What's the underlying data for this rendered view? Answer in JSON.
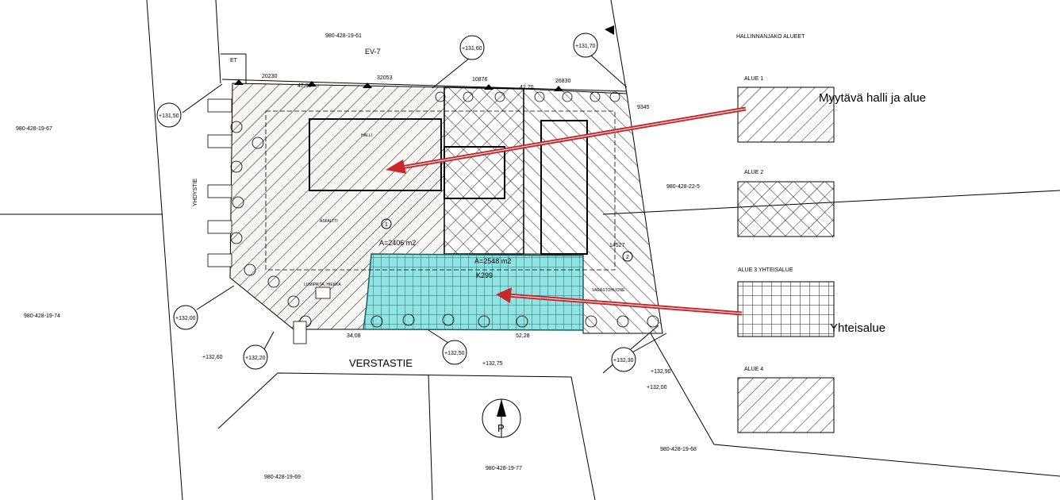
{
  "plan": {
    "parcels": {
      "north": "980-428-19-61",
      "west": "980-428-19-67",
      "east": "980-428-22-5",
      "southwest_far": "980-428-19-74",
      "south_center": "980-428-19-77",
      "south_right": "980-428-19-68",
      "south_left": "980-428-19-69"
    },
    "zone_label": "EV-7",
    "et_label": "ET",
    "roads": {
      "west": "YHDYSTIE",
      "south": "VERSTASTIE"
    },
    "elevations_circled": [
      "+131,50",
      "+131,60",
      "+131,70",
      "+132,00",
      "+132,20",
      "+132,50",
      "+132,30"
    ],
    "elevations_plain": [
      "+132,60",
      "+132,75",
      "+132,90",
      "+132,00"
    ],
    "dimensions": [
      "20230",
      "32053",
      "10876",
      "26830",
      "47,38",
      "42,70",
      "9345",
      "14527",
      "34,08",
      "52,28"
    ],
    "areas": {
      "area1": "A=2406 m2",
      "area2": "A=2548 m2",
      "marker1": "1",
      "marker2": "2",
      "k_label": "K299"
    },
    "small_labels": {
      "halli": "HALLI",
      "asfaltti": "ASFALTTI",
      "varasto": "VARASTOHUONE",
      "jatehuone": "LUMIPAITA, HIEKKA"
    },
    "north_arrow": "P"
  },
  "legend": {
    "title": "HALLINNANJAKO ALUEET",
    "items": [
      {
        "label": "ALUE 1",
        "pattern": "diagonal"
      },
      {
        "label": "ALUE 2",
        "pattern": "crosshatch"
      },
      {
        "label": "ALUE 3 YHTEISALUE",
        "pattern": "grid"
      },
      {
        "label": "ALUE 4",
        "pattern": "diagonal"
      }
    ]
  },
  "annotations": {
    "sold": "Myytävä halli ja alue",
    "common": "Yhteisalue"
  },
  "colors": {
    "arrow": "#c8282c",
    "common_area": "#8fe3e3"
  }
}
